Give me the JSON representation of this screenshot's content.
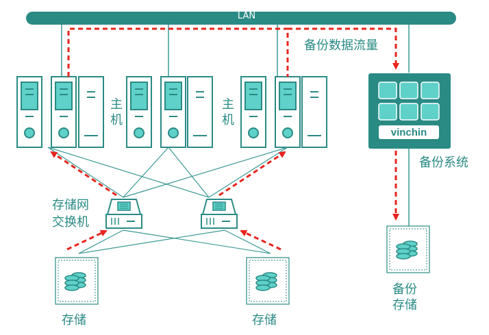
{
  "network": {
    "lan_label": "LAN"
  },
  "labels": {
    "backup_flow": "备份数据流量",
    "host_left": "主机",
    "host_right": "主机",
    "storage_switch": "存储网交换机",
    "backup_system": "备份系统",
    "storage_left": "存储",
    "storage_right": "存储",
    "backup_storage": "备份存储"
  },
  "backup_system": {
    "brand": "vinchin"
  },
  "colors": {
    "teal": "#2a8a84",
    "teal_light": "#5fd1c9",
    "accent_red": "#e8231d",
    "line": "#3a9a94"
  }
}
